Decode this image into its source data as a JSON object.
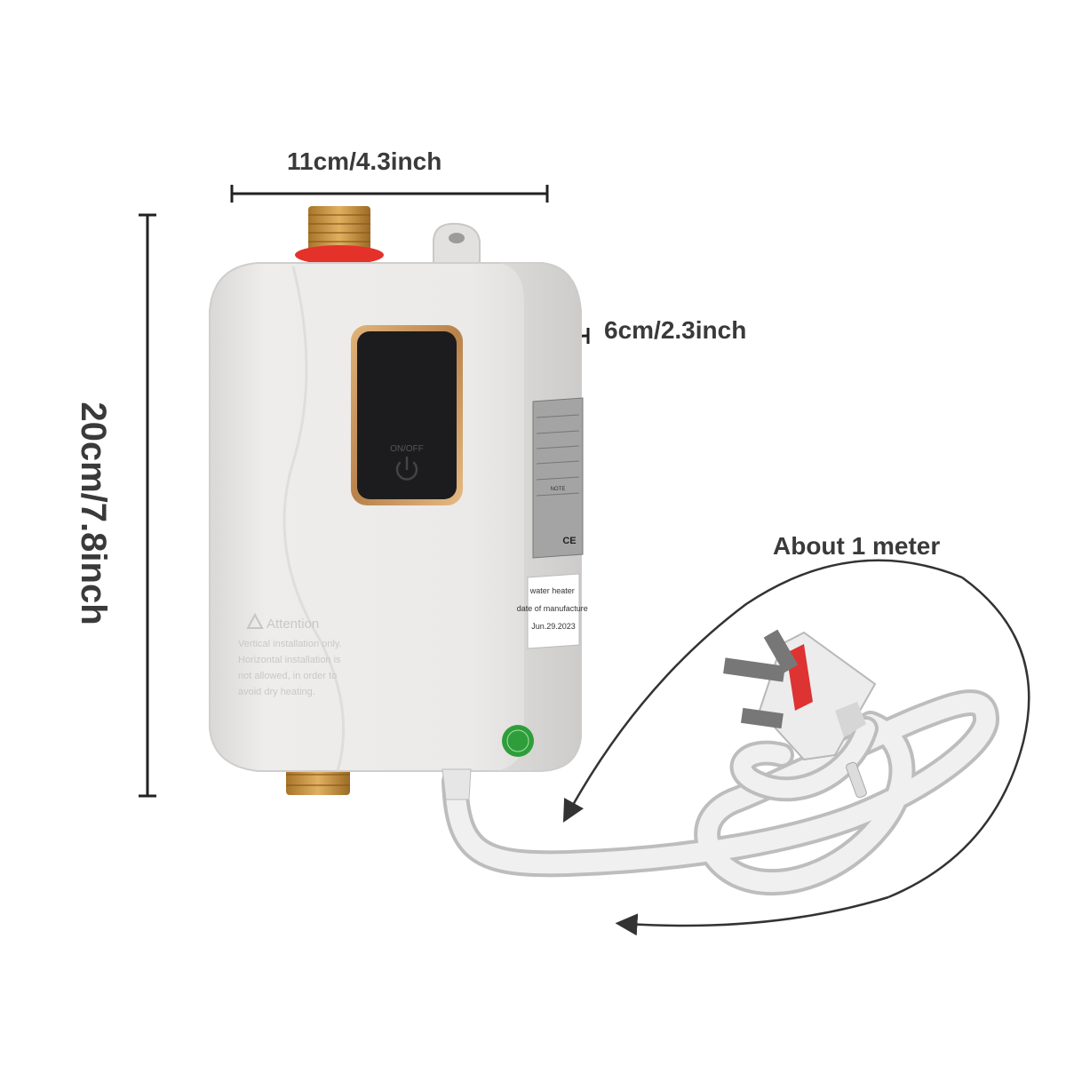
{
  "dimensions": {
    "width_label": "11cm/4.3inch",
    "height_label": "20cm/7.8inch",
    "depth_label": "6cm/2.3inch",
    "cord_label": "About 1 meter"
  },
  "product": {
    "button_label": "ON/OFF",
    "attention_title": "Attention",
    "attention_lines": [
      "Vertical installation only.",
      "Horizontal installation is",
      "not allowed, in order to",
      "avoid dry heating."
    ],
    "sticker_lines": [
      "water heater",
      "date of manufacture",
      "Jun.29.2023"
    ],
    "rating_plate_note": "NOTE",
    "rating_plate_marks": "CE",
    "colors": {
      "body": "#e9e8e6",
      "panel": "#1c1c1e",
      "panel_frame": "#c9935a",
      "brass": "#c8963e",
      "red_ring": "#e4322b",
      "green_badge": "#2e9e3a",
      "plate": "#9a9a9a"
    }
  }
}
